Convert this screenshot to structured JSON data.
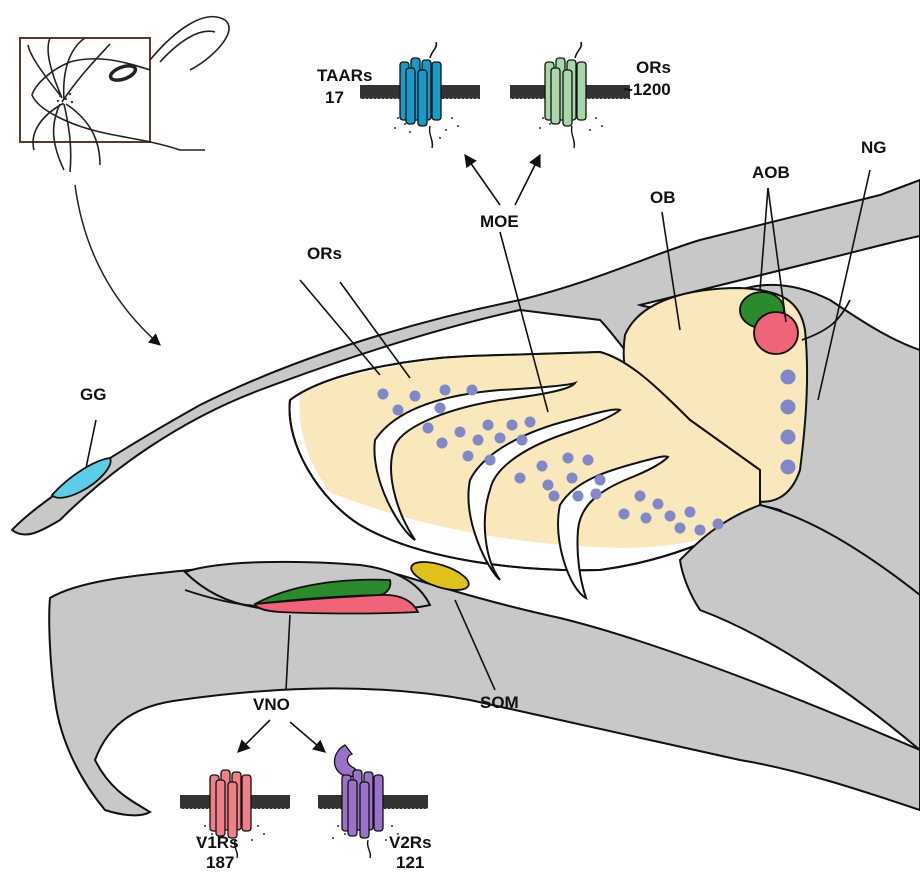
{
  "colors": {
    "tissue_gray": "#c8c8c8",
    "epithelium_cream": "#f8e8bc",
    "neuron_dot": "#8088c8",
    "gg_cyan": "#5ccde6",
    "vno_green": "#2b8a2b",
    "vno_red": "#ef6478",
    "som_yellow": "#e0c21e",
    "taar_blue": "#1a9ac8",
    "or_green": "#a8d8a8",
    "v1r_pink": "#f08088",
    "v2r_purple": "#9a72c8"
  },
  "labels": {
    "taars": "TAARs",
    "taars_count": "17",
    "ors_top": "ORs",
    "ors_count": "~1200",
    "moe": "MOE",
    "ob": "OB",
    "aob": "AOB",
    "ng": "NG",
    "ors_region": "ORs",
    "gg": "GG",
    "vno": "VNO",
    "som": "SOM",
    "v1rs": "V1Rs",
    "v1rs_count": "187",
    "v2rs": "V2Rs",
    "v2rs_count": "121"
  },
  "icons": {
    "mouse_head": "mouse-head-icon",
    "receptor": "gpcr-receptor-icon"
  }
}
